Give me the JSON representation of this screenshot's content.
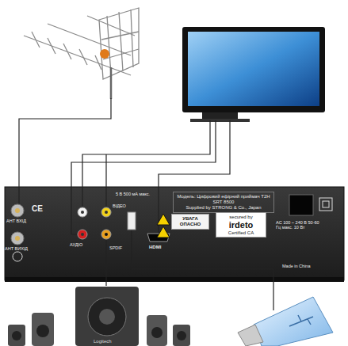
{
  "diagram": {
    "nodes": [
      {
        "text": [
          "Модель: Цифровий ефірний приймач T2H SRT 8500",
          "Supplied by STRONG & Co., Japan"
        ]
      },
      {
        "text": [
          "УВАГА",
          "ОПАСНО"
        ]
      },
      {
        "text": [
          "secured by",
          "irdeto",
          "Certified CA"
        ]
      }
    ],
    "labels": [
      "АНТ ВХІД",
      "АНТ ВИХІД",
      "CE",
      "ВІДЕО",
      "АУДІО",
      "SPDIF",
      "5 В 500 мА макс.",
      "HDMI",
      "AC 100 ~ 240 В 50-60 Гц макс. 10 Вт",
      "Made in China",
      "Logitech"
    ]
  }
}
